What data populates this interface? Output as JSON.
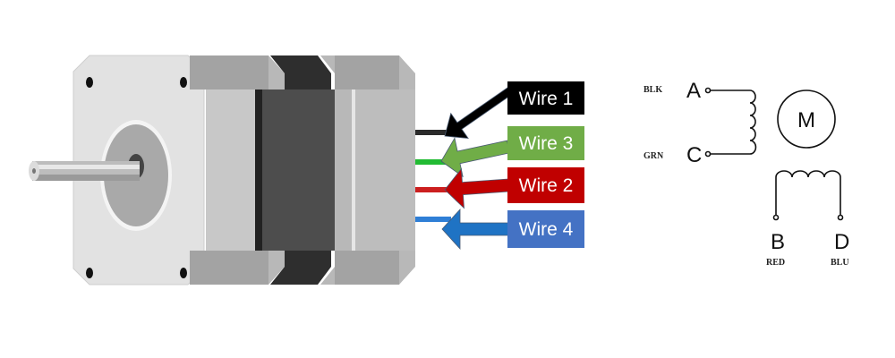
{
  "title": "Stepper motor wiring",
  "wires": [
    {
      "label": "Wire 1",
      "color": "#000000",
      "wire_color": "#2b2b2b"
    },
    {
      "label": "Wire 3",
      "color": "#70ad47",
      "wire_color": "#22bb33"
    },
    {
      "label": "Wire 2",
      "color": "#c00000",
      "wire_color": "#cc1f1f"
    },
    {
      "label": "Wire 4",
      "color": "#4472c4",
      "wire_color": "#2f7fd6"
    }
  ],
  "schematic": {
    "motor_symbol": "M",
    "pins": [
      {
        "name": "A",
        "wire": "BLK"
      },
      {
        "name": "C",
        "wire": "GRN"
      },
      {
        "name": "B",
        "wire": "RED"
      },
      {
        "name": "D",
        "wire": "BLU"
      }
    ]
  }
}
